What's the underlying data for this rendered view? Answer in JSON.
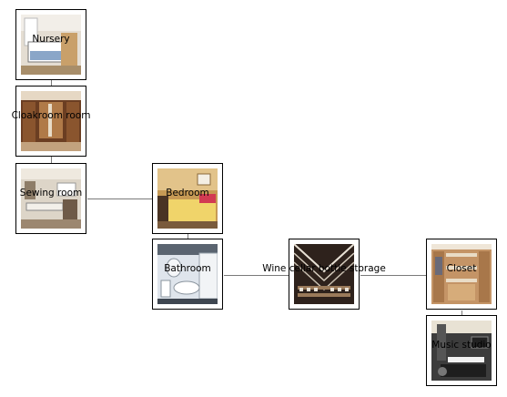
{
  "diagram": {
    "rooms": {
      "nursery": "Nursery",
      "cloakroom": "Cloakroom room",
      "sewing": "Sewing room",
      "bedroom": "Bedroom",
      "bathroom": "Bathroom",
      "wine": "Wine cellar bottle storage",
      "closet": "Closet",
      "music": "Music studio"
    },
    "photo_colors": {
      "nursery": "#d8cfc4",
      "cloakroom": "#7a4a2a",
      "sewing": "#cfc6b8",
      "bedroom": "#c89a52",
      "bathroom": "#d6dde6",
      "wine": "#3a2a22",
      "closet": "#b8875a",
      "music": "#3d3d3d"
    },
    "edge_color": "#7a7a7a"
  }
}
